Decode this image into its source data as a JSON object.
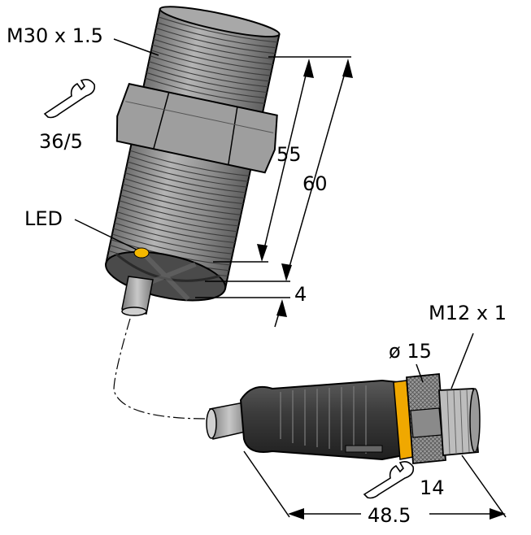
{
  "labels": {
    "thread_main": "M30 x 1.5",
    "wrench_main": "36/5",
    "led": "LED",
    "dim_55": "55",
    "dim_60": "60",
    "dim_4": "4",
    "thread_conn": "M12 x 1",
    "dia_15": "ø 15",
    "wrench_conn": "14",
    "dim_48_5": "48.5"
  },
  "colors": {
    "body": "#8f8f8f",
    "body_dark": "#5a5a5a",
    "face": "#4a4a4a",
    "led": "#f5b800",
    "ring": "#f0a800",
    "cable": "#9a9a9a",
    "connector": "#3a3a3a"
  },
  "icons": {
    "wrench_main": "wrench-icon",
    "wrench_conn": "wrench-icon"
  }
}
